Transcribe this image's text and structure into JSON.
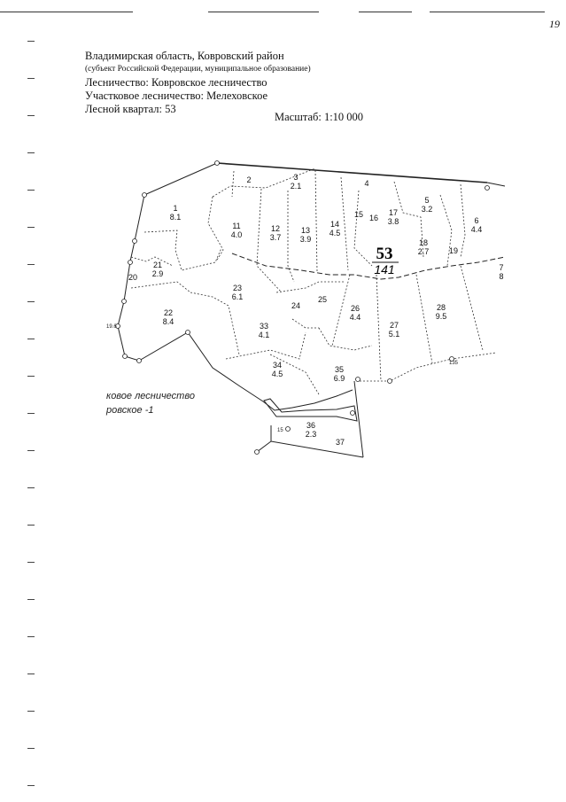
{
  "page_number": "19",
  "header": {
    "region": "Владимирская область, Ковровский район",
    "subject": "(субъект Российской Федерации, муниципальное образование)",
    "forestry": "Лесничество: Ковровское лесничество",
    "district_forestry": "Участковое лесничество: Мелеховское",
    "quarter": "Лесной квартал: 53"
  },
  "scale": "Масштаб: 1:10 000",
  "quarter_label": {
    "number": "53",
    "area": "141"
  },
  "neighbor_labels": {
    "line1": "ковое лесничество",
    "line2": "ровское -1"
  },
  "survey_points": {
    "p1": "19.6",
    "p2": "135",
    "p3": "15"
  },
  "parcels": [
    {
      "id": "1",
      "area": "8.1"
    },
    {
      "id": "2",
      "area": ""
    },
    {
      "id": "3",
      "area": "2.1"
    },
    {
      "id": "4",
      "area": ""
    },
    {
      "id": "5",
      "area": "3.2"
    },
    {
      "id": "6",
      "area": "4.4"
    },
    {
      "id": "7",
      "area": "8"
    },
    {
      "id": "11",
      "area": "4.0"
    },
    {
      "id": "12",
      "area": "3.7"
    },
    {
      "id": "13",
      "area": "3.9"
    },
    {
      "id": "14",
      "area": "4.5"
    },
    {
      "id": "15",
      "area": ""
    },
    {
      "id": "16",
      "area": ""
    },
    {
      "id": "17",
      "area": "3.8"
    },
    {
      "id": "18",
      "area": "2.7"
    },
    {
      "id": "19",
      "area": ""
    },
    {
      "id": "20",
      "area": ""
    },
    {
      "id": "21",
      "area": "2.9"
    },
    {
      "id": "22",
      "area": "8.4"
    },
    {
      "id": "23",
      "area": "6.1"
    },
    {
      "id": "24",
      "area": ""
    },
    {
      "id": "25",
      "area": ""
    },
    {
      "id": "26",
      "area": "4.4"
    },
    {
      "id": "27",
      "area": "5.1"
    },
    {
      "id": "28",
      "area": "9.5"
    },
    {
      "id": "33",
      "area": "4.1"
    },
    {
      "id": "34",
      "area": "4.5"
    },
    {
      "id": "35",
      "area": "6.9"
    },
    {
      "id": "36",
      "area": "2.3"
    },
    {
      "id": "37",
      "area": ""
    }
  ]
}
